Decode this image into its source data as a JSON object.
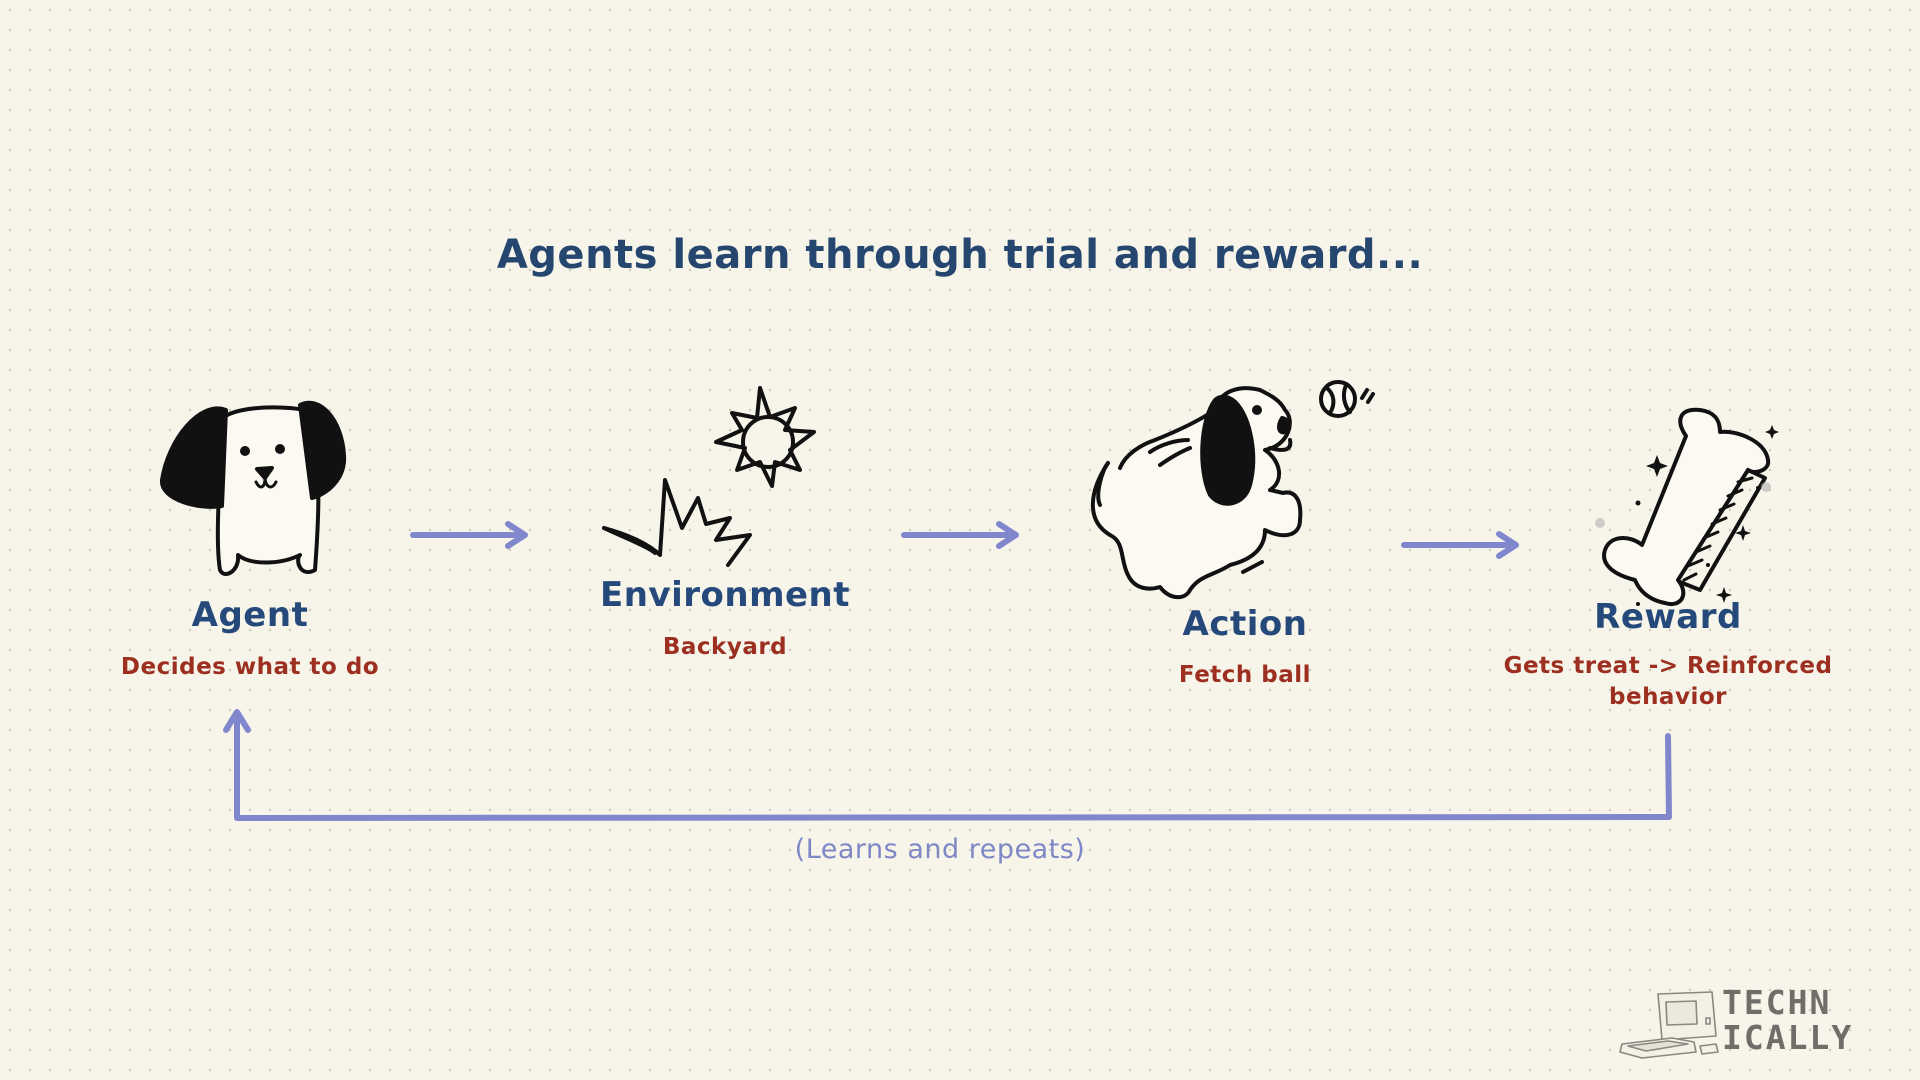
{
  "title": "Agents learn through trial and reward...",
  "colors": {
    "background": "#f7f4ea",
    "heading": "#24466f",
    "stage_label": "#24497a",
    "stage_caption": "#9c2f1f",
    "arrow": "#8087cc",
    "ink": "#111111",
    "logo": "#6f6e69"
  },
  "stages": [
    {
      "label": "Agent",
      "caption": "Decides what to do",
      "icon": "dog-face-icon"
    },
    {
      "label": "Environment",
      "caption": "Backyard",
      "icon": "sun-and-grass-icon"
    },
    {
      "label": "Action",
      "caption": "Fetch ball",
      "icon": "dog-fetching-ball-icon"
    },
    {
      "label": "Reward",
      "caption_line1": "Gets treat -> Reinforced",
      "caption_line2": "behavior",
      "icon": "bone-icon"
    }
  ],
  "loop": {
    "label": "(Learns and repeats)"
  },
  "logo": {
    "line1": "TECHN",
    "line2": "ICALLY"
  }
}
